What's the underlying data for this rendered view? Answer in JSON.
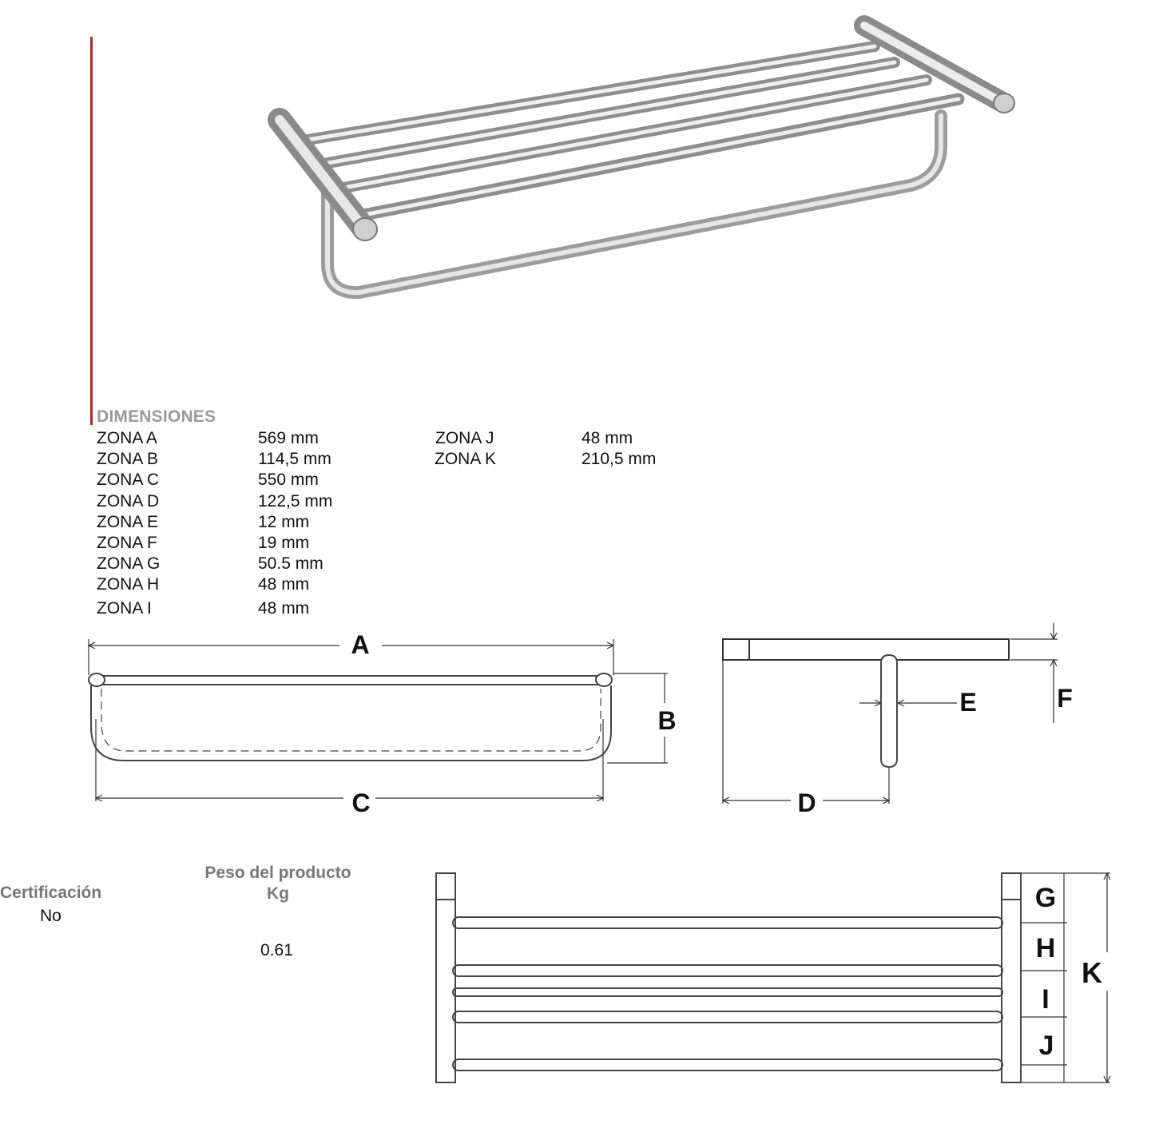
{
  "dimensions": {
    "heading": "DIMENSIONES",
    "left_rows": [
      {
        "zone": "ZONA A",
        "value": "569 mm"
      },
      {
        "zone": "ZONA B",
        "value": "114,5 mm"
      },
      {
        "zone": "ZONA C",
        "value": "550 mm"
      },
      {
        "zone": "ZONA D",
        "value": "122,5 mm"
      },
      {
        "zone": "ZONA E",
        "value": "12 mm"
      },
      {
        "zone": "ZONA F",
        "value": "19 mm"
      },
      {
        "zone": "ZONA G",
        "value": "50.5 mm"
      },
      {
        "zone": "ZONA H",
        "value": "48 mm"
      },
      {
        "zone": "ZONA I",
        "value": "48 mm"
      }
    ],
    "right_rows": [
      {
        "zone": "ZONA J",
        "value": "48 mm"
      },
      {
        "zone": "ZONA K",
        "value": "210,5 mm"
      }
    ]
  },
  "certification": {
    "label": "Certificación",
    "value": "No"
  },
  "weight": {
    "label_line1": "Peso del producto",
    "label_line2": "Kg",
    "value": "0.61"
  },
  "drawing_labels": {
    "a": "A",
    "b": "B",
    "c": "C",
    "d": "D",
    "e": "E",
    "f": "F",
    "g": "G",
    "h": "H",
    "i": "I",
    "j": "J",
    "k": "K"
  },
  "colors": {
    "accent": "#b0282e",
    "heading_gray": "#9a9a9a",
    "label_gray": "#777777"
  }
}
